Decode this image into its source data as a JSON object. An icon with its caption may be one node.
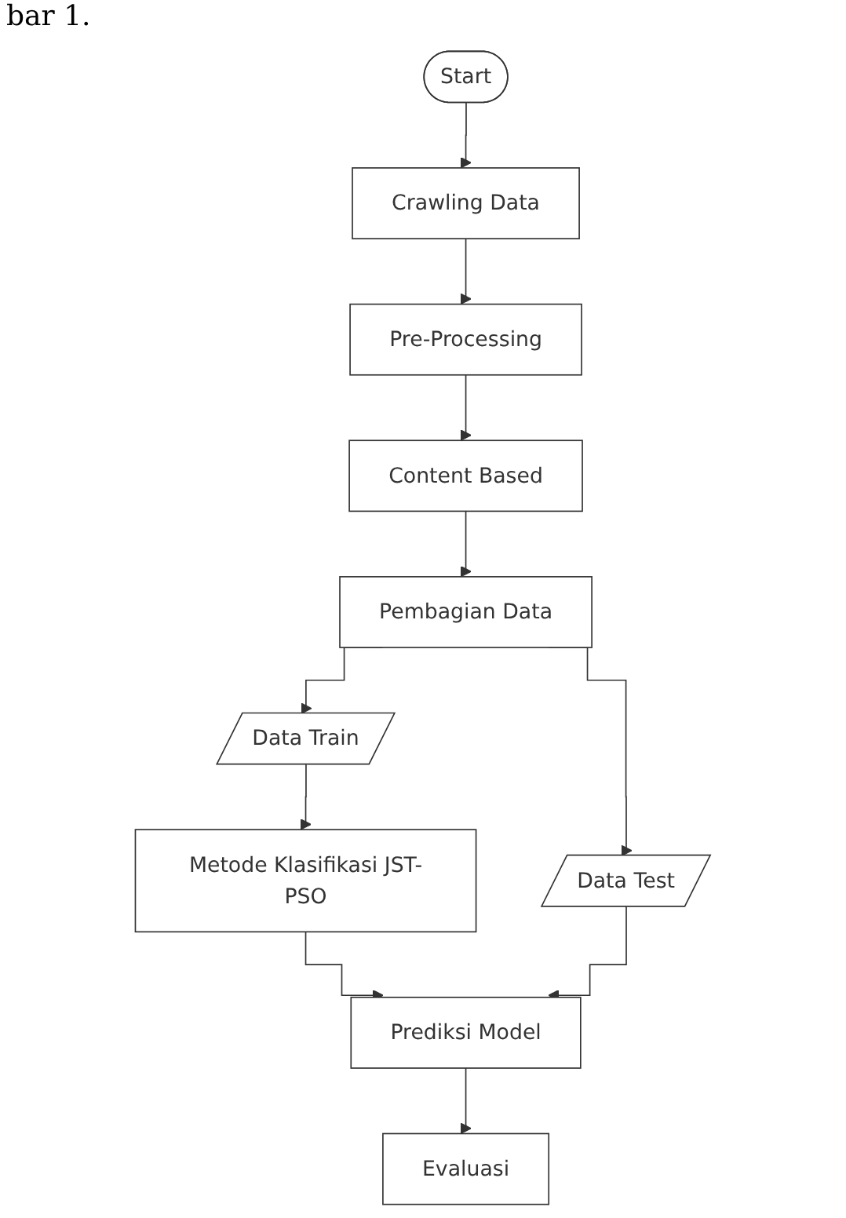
{
  "diagram": {
    "nodes": [
      {
        "text": [
          "Start"
        ]
      },
      {
        "text": [
          "Crawling Data"
        ]
      },
      {
        "text": [
          "Pre-Processing"
        ]
      },
      {
        "text": [
          "Content Based"
        ]
      },
      {
        "text": [
          "Pembagian Data"
        ]
      },
      {
        "text": [
          "Data Train"
        ]
      },
      {
        "text": [
          "Data Test"
        ]
      },
      {
        "text": [
          "Metode Klasifikasi JST-PSO"
        ]
      },
      {
        "text": [
          "Prediksi Model"
        ]
      },
      {
        "text": [
          "Evaluasi"
        ]
      }
    ],
    "edges": [
      {
        "from": 0,
        "to": 1,
        "arrow": "to"
      },
      {
        "from": 1,
        "to": 2,
        "arrow": "to"
      },
      {
        "from": 2,
        "to": 3,
        "arrow": "to"
      },
      {
        "from": 3,
        "to": 4,
        "arrow": "to"
      },
      {
        "from": 4,
        "to": 5,
        "arrow": "to"
      },
      {
        "from": 4,
        "to": 6,
        "arrow": "to"
      },
      {
        "from": 5,
        "to": 7,
        "arrow": "to"
      },
      {
        "from": 7,
        "to": 8,
        "arrow": "to"
      },
      {
        "from": 6,
        "to": 8,
        "arrow": "to"
      },
      {
        "from": 8,
        "to": 9,
        "arrow": "to"
      }
    ],
    "labels": [
      "bar 1."
    ]
  }
}
